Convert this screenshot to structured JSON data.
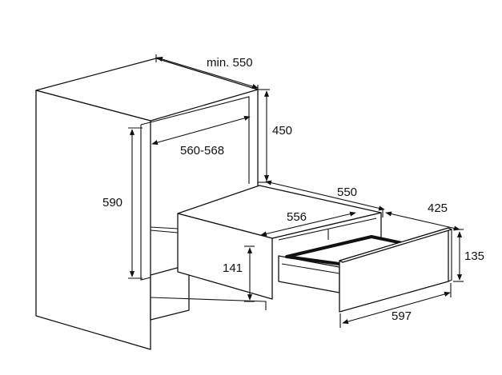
{
  "dimensions": {
    "cabinet_depth_min": "min. 550",
    "niche_height": "450",
    "niche_width": "560-568",
    "cabinet_height": "590",
    "drawer_depth": "550",
    "drawer_front_width": "556",
    "drawer_extension": "425",
    "front_height": "135",
    "drawer_body_height": "141",
    "front_width": "597"
  },
  "colors": {
    "line": "#111111",
    "background": "#ffffff"
  }
}
